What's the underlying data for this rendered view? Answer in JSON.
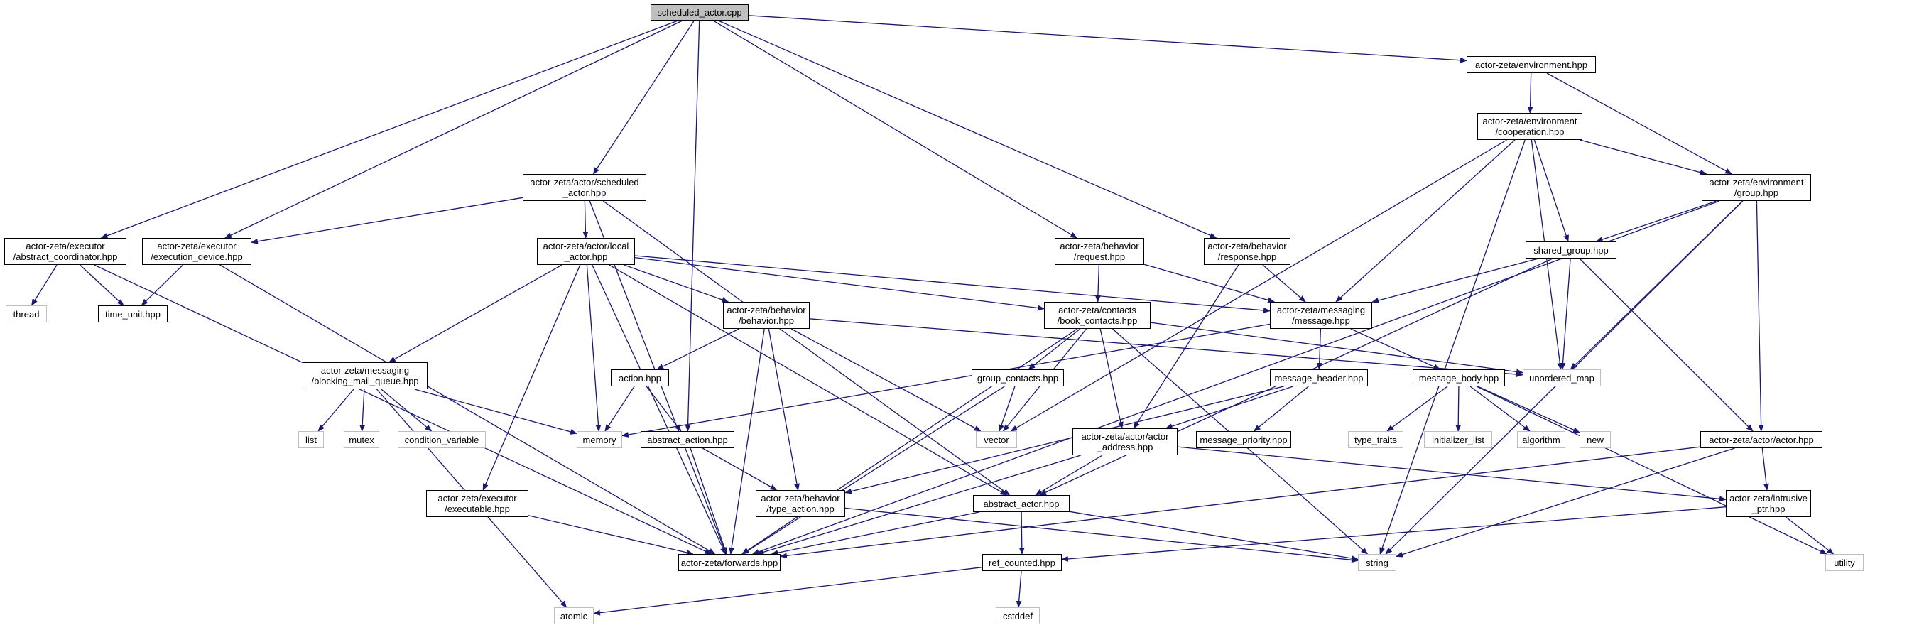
{
  "diagram": {
    "nodes": [
      {
        "id": "root",
        "lines": [
          "scheduled_actor.cpp"
        ],
        "style": "root"
      },
      {
        "id": "env",
        "lines": [
          "actor-zeta/environment.hpp"
        ],
        "style": "file"
      },
      {
        "id": "coop",
        "lines": [
          "actor-zeta/environment",
          "/cooperation.hpp"
        ],
        "style": "file"
      },
      {
        "id": "group",
        "lines": [
          "actor-zeta/environment",
          "/group.hpp"
        ],
        "style": "file"
      },
      {
        "id": "sched",
        "lines": [
          "actor-zeta/actor/scheduled",
          "_actor.hpp"
        ],
        "style": "file"
      },
      {
        "id": "abscoord",
        "lines": [
          "actor-zeta/executor",
          "/abstract_coordinator.hpp"
        ],
        "style": "file"
      },
      {
        "id": "execdev",
        "lines": [
          "actor-zeta/executor",
          "/execution_device.hpp"
        ],
        "style": "file"
      },
      {
        "id": "local",
        "lines": [
          "actor-zeta/actor/local",
          "_actor.hpp"
        ],
        "style": "file"
      },
      {
        "id": "request",
        "lines": [
          "actor-zeta/behavior",
          "/request.hpp"
        ],
        "style": "file"
      },
      {
        "id": "response",
        "lines": [
          "actor-zeta/behavior",
          "/response.hpp"
        ],
        "style": "file"
      },
      {
        "id": "shared",
        "lines": [
          "shared_group.hpp"
        ],
        "style": "file"
      },
      {
        "id": "thread",
        "lines": [
          "thread"
        ],
        "style": "ext"
      },
      {
        "id": "timeunit",
        "lines": [
          "time_unit.hpp"
        ],
        "style": "file"
      },
      {
        "id": "behavior",
        "lines": [
          "actor-zeta/behavior",
          "/behavior.hpp"
        ],
        "style": "file"
      },
      {
        "id": "book",
        "lines": [
          "actor-zeta/contacts",
          "/book_contacts.hpp"
        ],
        "style": "file"
      },
      {
        "id": "message",
        "lines": [
          "actor-zeta/messaging",
          "/message.hpp"
        ],
        "style": "file"
      },
      {
        "id": "umap",
        "lines": [
          "unordered_map"
        ],
        "style": "ext"
      },
      {
        "id": "blocking",
        "lines": [
          "actor-zeta/messaging",
          "/blocking_mail_queue.hpp"
        ],
        "style": "file"
      },
      {
        "id": "action",
        "lines": [
          "action.hpp"
        ],
        "style": "file"
      },
      {
        "id": "groupc",
        "lines": [
          "group_contacts.hpp"
        ],
        "style": "file"
      },
      {
        "id": "msgheader",
        "lines": [
          "message_header.hpp"
        ],
        "style": "file"
      },
      {
        "id": "msgbody",
        "lines": [
          "message_body.hpp"
        ],
        "style": "file"
      },
      {
        "id": "list",
        "lines": [
          "list"
        ],
        "style": "ext"
      },
      {
        "id": "mutex",
        "lines": [
          "mutex"
        ],
        "style": "ext"
      },
      {
        "id": "condvar",
        "lines": [
          "condition_variable"
        ],
        "style": "ext"
      },
      {
        "id": "memory",
        "lines": [
          "memory"
        ],
        "style": "ext"
      },
      {
        "id": "absaction",
        "lines": [
          "abstract_action.hpp"
        ],
        "style": "file"
      },
      {
        "id": "vector",
        "lines": [
          "vector"
        ],
        "style": "ext"
      },
      {
        "id": "addr",
        "lines": [
          "actor-zeta/actor/actor",
          "_address.hpp"
        ],
        "style": "file"
      },
      {
        "id": "msgprio",
        "lines": [
          "message_priority.hpp"
        ],
        "style": "file"
      },
      {
        "id": "typetraits",
        "lines": [
          "type_traits"
        ],
        "style": "ext"
      },
      {
        "id": "initlist",
        "lines": [
          "initializer_list"
        ],
        "style": "ext"
      },
      {
        "id": "algorithm",
        "lines": [
          "algorithm"
        ],
        "style": "ext"
      },
      {
        "id": "new",
        "lines": [
          "new"
        ],
        "style": "ext"
      },
      {
        "id": "actorhpp",
        "lines": [
          "actor-zeta/actor/actor.hpp"
        ],
        "style": "file"
      },
      {
        "id": "executable",
        "lines": [
          "actor-zeta/executor",
          "/executable.hpp"
        ],
        "style": "file"
      },
      {
        "id": "typeaction",
        "lines": [
          "actor-zeta/behavior",
          "/type_action.hpp"
        ],
        "style": "file"
      },
      {
        "id": "absactor",
        "lines": [
          "abstract_actor.hpp"
        ],
        "style": "file"
      },
      {
        "id": "intrusive",
        "lines": [
          "actor-zeta/intrusive",
          "_ptr.hpp"
        ],
        "style": "file"
      },
      {
        "id": "forwards",
        "lines": [
          "actor-zeta/forwards.hpp"
        ],
        "style": "file"
      },
      {
        "id": "string",
        "lines": [
          "string"
        ],
        "style": "ext"
      },
      {
        "id": "refcounted",
        "lines": [
          "ref_counted.hpp"
        ],
        "style": "file"
      },
      {
        "id": "utility",
        "lines": [
          "utility"
        ],
        "style": "ext"
      },
      {
        "id": "atomic",
        "lines": [
          "atomic"
        ],
        "style": "ext"
      },
      {
        "id": "cstddef",
        "lines": [
          "cstddef"
        ],
        "style": "ext"
      }
    ],
    "edges": [
      [
        "root",
        "env"
      ],
      [
        "root",
        "sched"
      ],
      [
        "root",
        "abscoord"
      ],
      [
        "root",
        "execdev"
      ],
      [
        "root",
        "absaction"
      ],
      [
        "root",
        "request"
      ],
      [
        "root",
        "response"
      ],
      [
        "env",
        "coop"
      ],
      [
        "env",
        "group"
      ],
      [
        "coop",
        "group"
      ],
      [
        "coop",
        "shared"
      ],
      [
        "coop",
        "message"
      ],
      [
        "coop",
        "umap"
      ],
      [
        "coop",
        "string"
      ],
      [
        "coop",
        "vector"
      ],
      [
        "group",
        "shared"
      ],
      [
        "group",
        "actorhpp"
      ],
      [
        "group",
        "umap"
      ],
      [
        "group",
        "string"
      ],
      [
        "group",
        "forwards"
      ],
      [
        "shared",
        "message"
      ],
      [
        "shared",
        "umap"
      ],
      [
        "shared",
        "actorhpp"
      ],
      [
        "shared",
        "absactor"
      ],
      [
        "sched",
        "local"
      ],
      [
        "sched",
        "execdev"
      ],
      [
        "sched",
        "absactor"
      ],
      [
        "sched",
        "forwards"
      ],
      [
        "abscoord",
        "thread"
      ],
      [
        "abscoord",
        "timeunit"
      ],
      [
        "abscoord",
        "forwards"
      ],
      [
        "execdev",
        "timeunit"
      ],
      [
        "execdev",
        "forwards"
      ],
      [
        "local",
        "behavior"
      ],
      [
        "local",
        "book"
      ],
      [
        "local",
        "message"
      ],
      [
        "local",
        "blocking"
      ],
      [
        "local",
        "executable"
      ],
      [
        "local",
        "memory"
      ],
      [
        "local",
        "absactor"
      ],
      [
        "local",
        "forwards"
      ],
      [
        "request",
        "book"
      ],
      [
        "request",
        "message"
      ],
      [
        "response",
        "message"
      ],
      [
        "response",
        "addr"
      ],
      [
        "behavior",
        "action"
      ],
      [
        "behavior",
        "typeaction"
      ],
      [
        "behavior",
        "vector"
      ],
      [
        "behavior",
        "umap"
      ],
      [
        "behavior",
        "forwards"
      ],
      [
        "book",
        "groupc"
      ],
      [
        "book",
        "addr"
      ],
      [
        "book",
        "vector"
      ],
      [
        "book",
        "umap"
      ],
      [
        "book",
        "string"
      ],
      [
        "book",
        "forwards"
      ],
      [
        "message",
        "msgheader"
      ],
      [
        "message",
        "msgbody"
      ],
      [
        "message",
        "memory"
      ],
      [
        "blocking",
        "list"
      ],
      [
        "blocking",
        "mutex"
      ],
      [
        "blocking",
        "condvar"
      ],
      [
        "blocking",
        "memory"
      ],
      [
        "blocking",
        "atomic"
      ],
      [
        "action",
        "memory"
      ],
      [
        "action",
        "absaction"
      ],
      [
        "groupc",
        "vector"
      ],
      [
        "groupc",
        "forwards"
      ],
      [
        "msgheader",
        "addr"
      ],
      [
        "msgheader",
        "msgprio"
      ],
      [
        "msgheader",
        "typeaction"
      ],
      [
        "msgbody",
        "typetraits"
      ],
      [
        "msgbody",
        "initlist"
      ],
      [
        "msgbody",
        "algorithm"
      ],
      [
        "msgbody",
        "new"
      ],
      [
        "msgbody",
        "utility"
      ],
      [
        "absaction",
        "typeaction"
      ],
      [
        "absaction",
        "forwards"
      ],
      [
        "addr",
        "absactor"
      ],
      [
        "addr",
        "intrusive"
      ],
      [
        "addr",
        "forwards"
      ],
      [
        "actorhpp",
        "intrusive"
      ],
      [
        "actorhpp",
        "forwards"
      ],
      [
        "actorhpp",
        "string"
      ],
      [
        "executable",
        "forwards"
      ],
      [
        "typeaction",
        "string"
      ],
      [
        "absactor",
        "refcounted"
      ],
      [
        "absactor",
        "forwards"
      ],
      [
        "absactor",
        "string"
      ],
      [
        "intrusive",
        "refcounted"
      ],
      [
        "intrusive",
        "utility"
      ],
      [
        "refcounted",
        "atomic"
      ],
      [
        "refcounted",
        "cstddef"
      ]
    ],
    "colors": {
      "edge": "#191970",
      "file_border": "#000000",
      "ext_border": "#bfbfbf",
      "root_fill": "#bfbfbf"
    }
  }
}
